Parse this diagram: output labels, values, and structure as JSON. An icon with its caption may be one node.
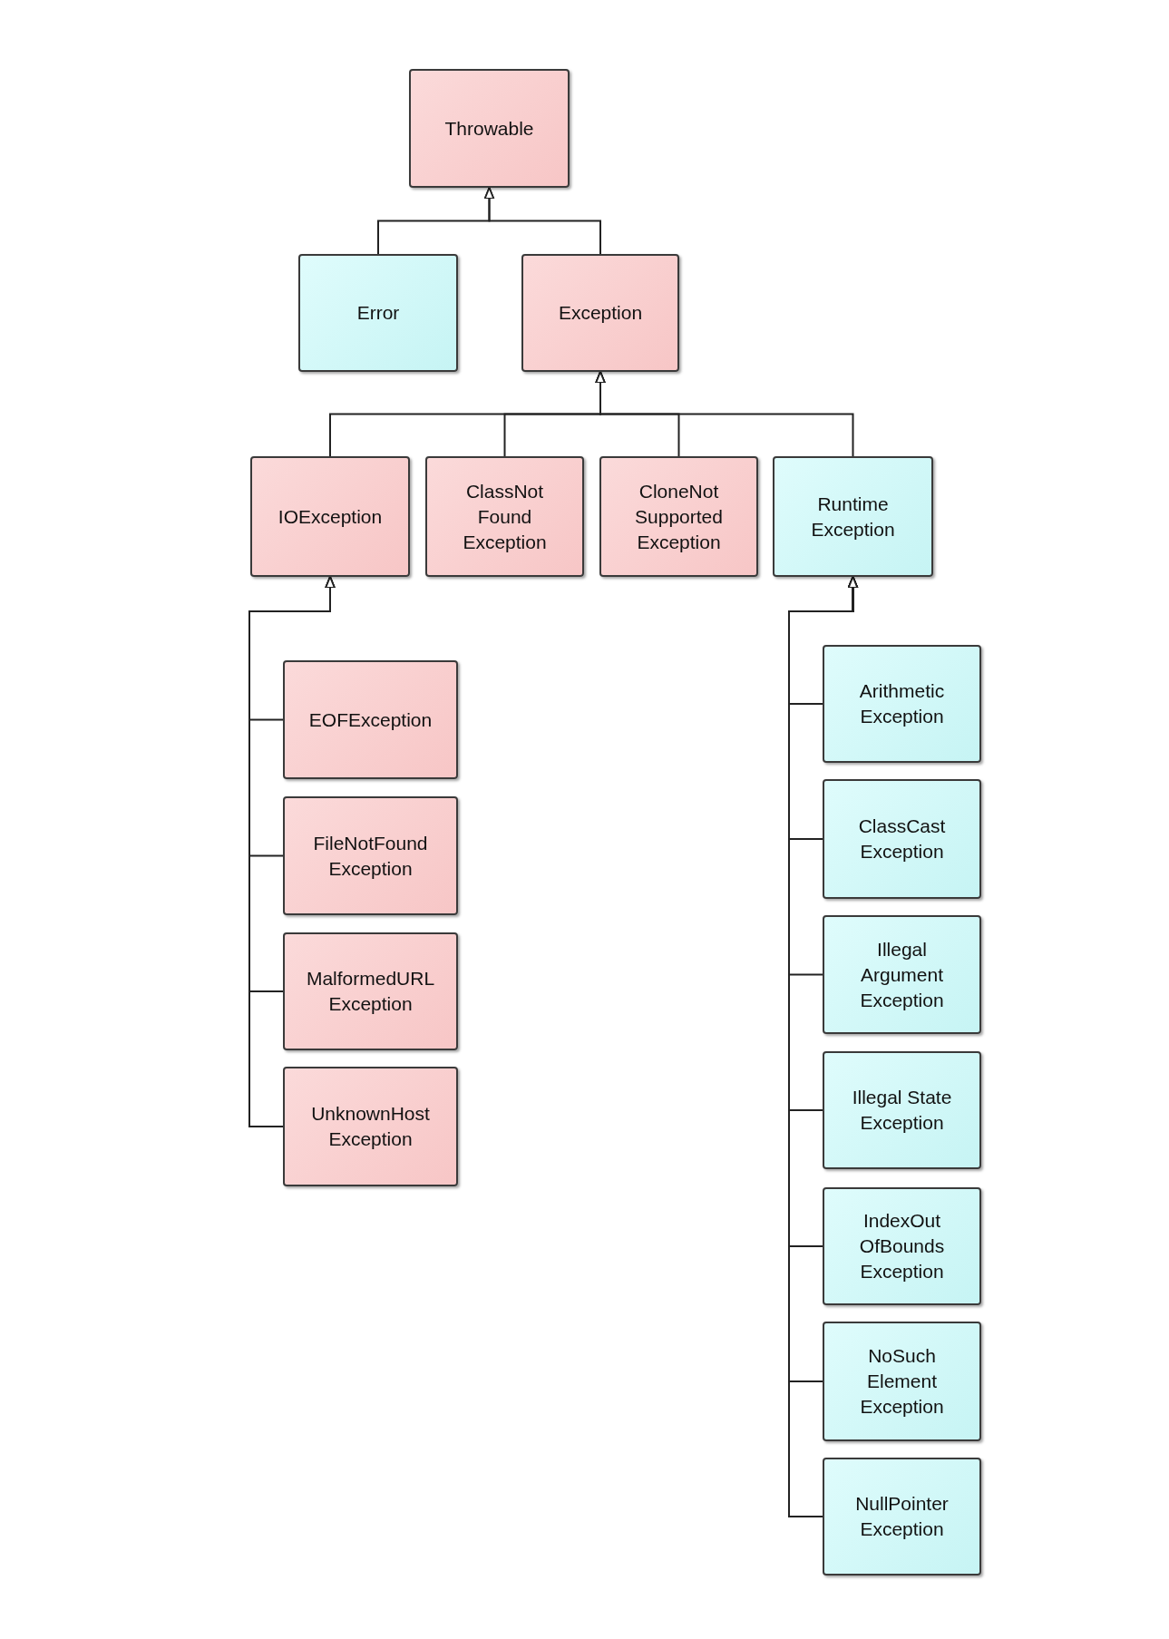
{
  "diagram": {
    "nodes": [
      {
        "text": [
          "Throwable"
        ]
      },
      {
        "text": [
          "Error"
        ]
      },
      {
        "text": [
          "Exception"
        ]
      },
      {
        "text": [
          "IOException"
        ]
      },
      {
        "text": [
          "ClassNot Found Exception"
        ]
      },
      {
        "text": [
          "CloneNot Supported Exception"
        ]
      },
      {
        "text": [
          "Runtime Exception"
        ]
      },
      {
        "text": [
          "EOFException"
        ]
      },
      {
        "text": [
          "FileNotFound Exception"
        ]
      },
      {
        "text": [
          "MalformedURL Exception"
        ]
      },
      {
        "text": [
          "UnknownHost Exception"
        ]
      },
      {
        "text": [
          "Arithmetic Exception"
        ]
      },
      {
        "text": [
          "ClassCast Exception"
        ]
      },
      {
        "text": [
          "Illegal Argument Exception"
        ]
      },
      {
        "text": [
          "Illegal State Exception"
        ]
      },
      {
        "text": [
          "IndexOut OfBounds Exception"
        ]
      },
      {
        "text": [
          "NoSuch Element Exception"
        ]
      },
      {
        "text": [
          "NullPointer Exception"
        ]
      }
    ],
    "edges": [
      {
        "from": 1,
        "to": 0,
        "arrow": "to"
      },
      {
        "from": 2,
        "to": 0,
        "arrow": "to"
      },
      {
        "from": 3,
        "to": 2,
        "arrow": "to"
      },
      {
        "from": 4,
        "to": 2,
        "arrow": "to"
      },
      {
        "from": 5,
        "to": 2,
        "arrow": "to"
      },
      {
        "from": 6,
        "to": 2,
        "arrow": "to"
      },
      {
        "from": 7,
        "to": 3,
        "arrow": "to"
      },
      {
        "from": 8,
        "to": 3,
        "arrow": "to"
      },
      {
        "from": 9,
        "to": 3,
        "arrow": "to"
      },
      {
        "from": 10,
        "to": 3,
        "arrow": "to"
      },
      {
        "from": 11,
        "to": 6,
        "arrow": "to"
      },
      {
        "from": 12,
        "to": 6,
        "arrow": "to"
      },
      {
        "from": 13,
        "to": 6,
        "arrow": "to"
      },
      {
        "from": 14,
        "to": 6,
        "arrow": "to"
      },
      {
        "from": 15,
        "to": 6,
        "arrow": "to"
      },
      {
        "from": 16,
        "to": 6,
        "arrow": "to"
      },
      {
        "from": 17,
        "to": 6,
        "arrow": "to"
      }
    ]
  }
}
